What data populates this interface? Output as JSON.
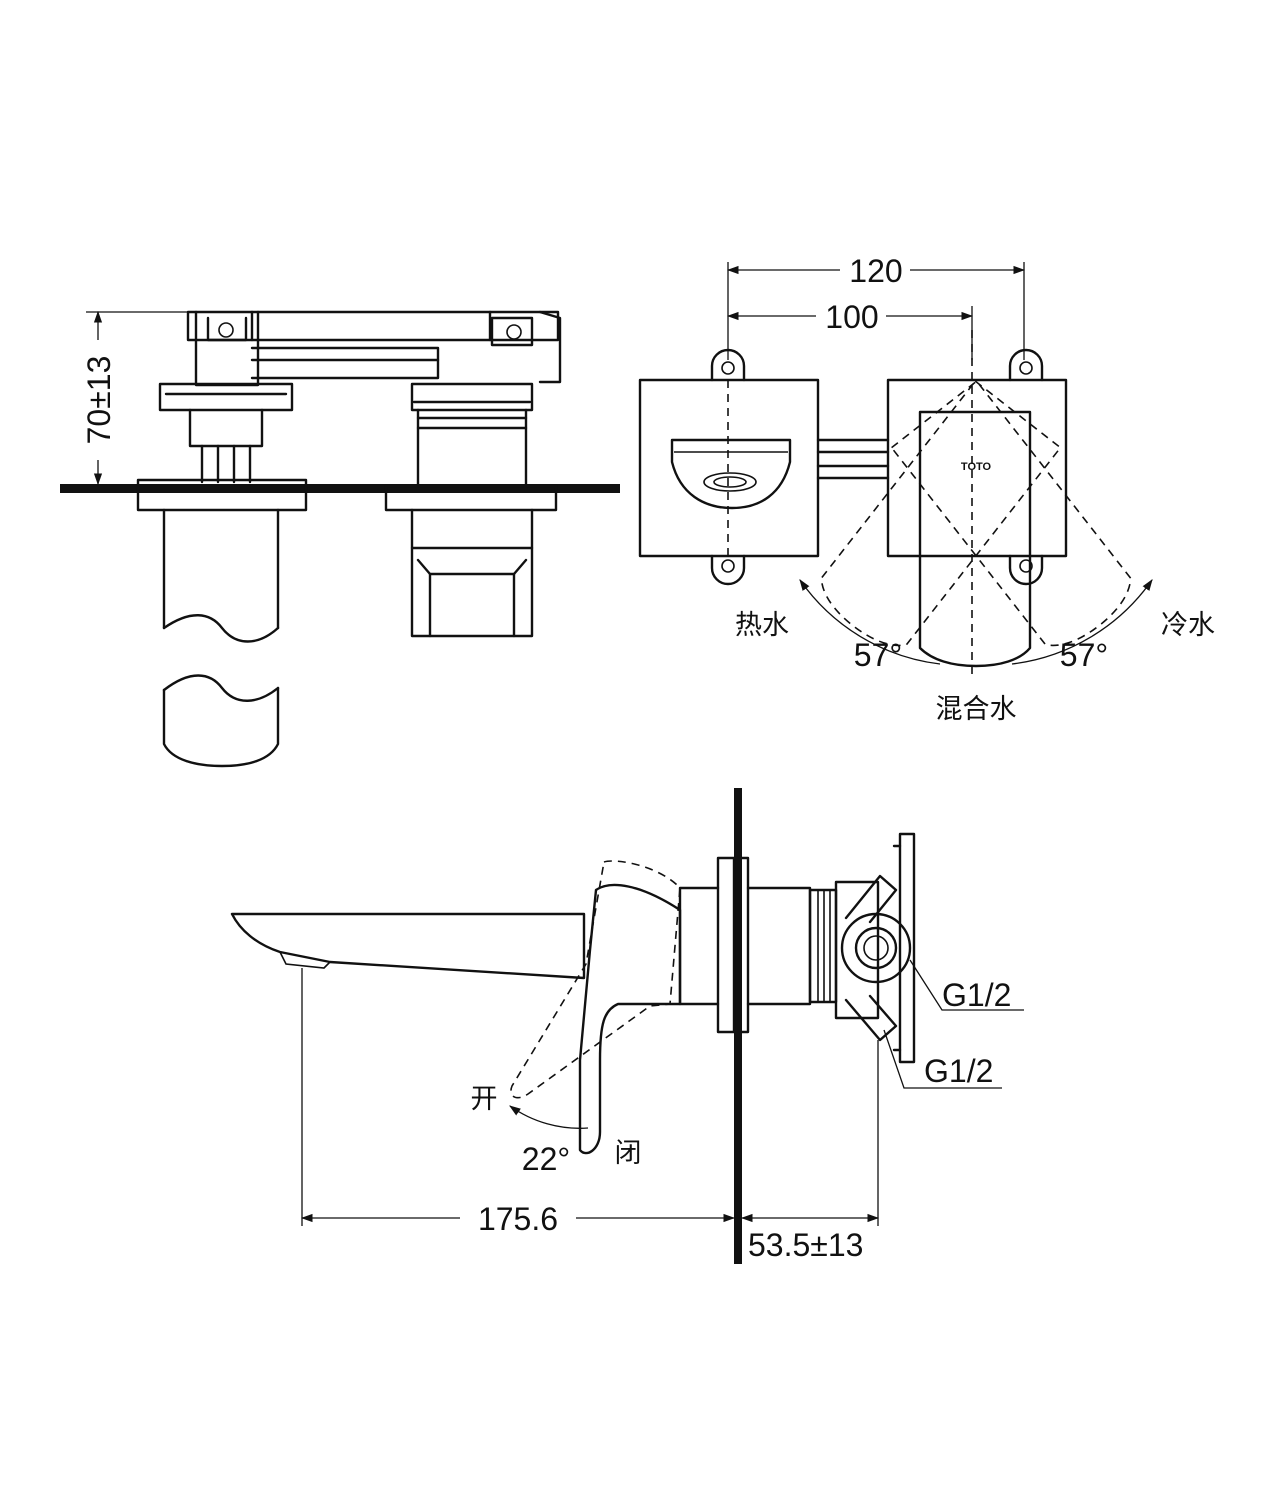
{
  "front_view": {
    "height_dim": "70±13"
  },
  "top_view": {
    "overall_width_dim": "120",
    "inner_width_dim": "100",
    "hot_label": "热水",
    "cold_label": "冷水",
    "mixed_label": "混合水",
    "hot_angle": "57°",
    "cold_angle": "57°",
    "brand_mark": "TOTO"
  },
  "side_view": {
    "thread_upper": "G1/2",
    "thread_lower": "G1/2",
    "open_label": "开",
    "close_label": "闭",
    "lever_angle": "22°",
    "projection_dim": "175.6",
    "depth_dim": "53.5±13"
  }
}
